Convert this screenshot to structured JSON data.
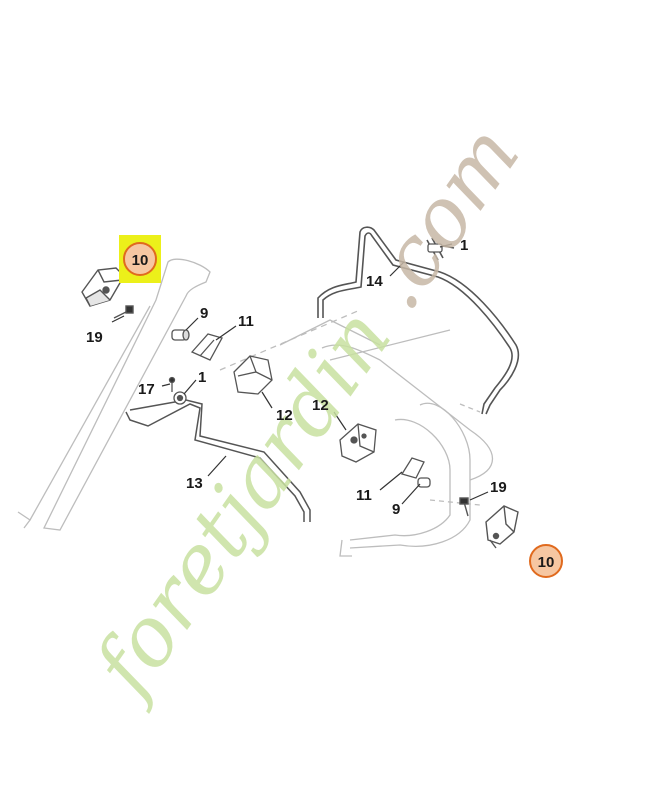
{
  "watermark": {
    "text_main": "foretjardin",
    "text_suffix": ".com",
    "color": "#c8e0a0",
    "color_suffix": "#c7b7a6"
  },
  "colors": {
    "line": "#555555",
    "light_line": "#bdbdbd",
    "callout_fill": "#f6c7a2",
    "callout_stroke": "#e06a1e",
    "highlight": "#ecf01a"
  },
  "labels": {
    "l10a": "10",
    "l19a": "19",
    "l9a": "9",
    "l11a": "11",
    "l17": "17",
    "l1a": "1",
    "l12a": "12",
    "l13": "13",
    "l14": "14",
    "l1b": "1",
    "l12b": "12",
    "l11b": "11",
    "l9b": "9",
    "l19b": "19",
    "l10b": "10"
  }
}
